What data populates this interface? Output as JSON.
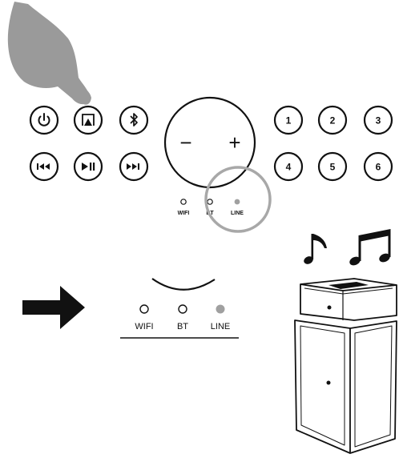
{
  "panel": {
    "presets": [
      "1",
      "2",
      "3",
      "4",
      "5",
      "6"
    ],
    "volume": {
      "minus": "−",
      "plus": "+"
    },
    "sources": [
      {
        "label": "WIFI",
        "active": false
      },
      {
        "label": "BT",
        "active": false
      },
      {
        "label": "LINE",
        "active": true
      }
    ],
    "icons": {
      "power": "power-icon",
      "source": "source-input-icon",
      "bluetooth": "bluetooth-icon",
      "previous": "previous-track-icon",
      "play_pause": "play-pause-icon",
      "next": "next-track-icon"
    }
  },
  "zoom": {
    "sources": [
      {
        "label": "WIFI",
        "active": false
      },
      {
        "label": "BT",
        "active": false
      },
      {
        "label": "LINE",
        "active": true
      }
    ]
  },
  "colors": {
    "ink": "#111111",
    "hand": "#9a9a9a",
    "active_led": "#a0a0a0",
    "highlight_ring": "#a8a8a8"
  }
}
